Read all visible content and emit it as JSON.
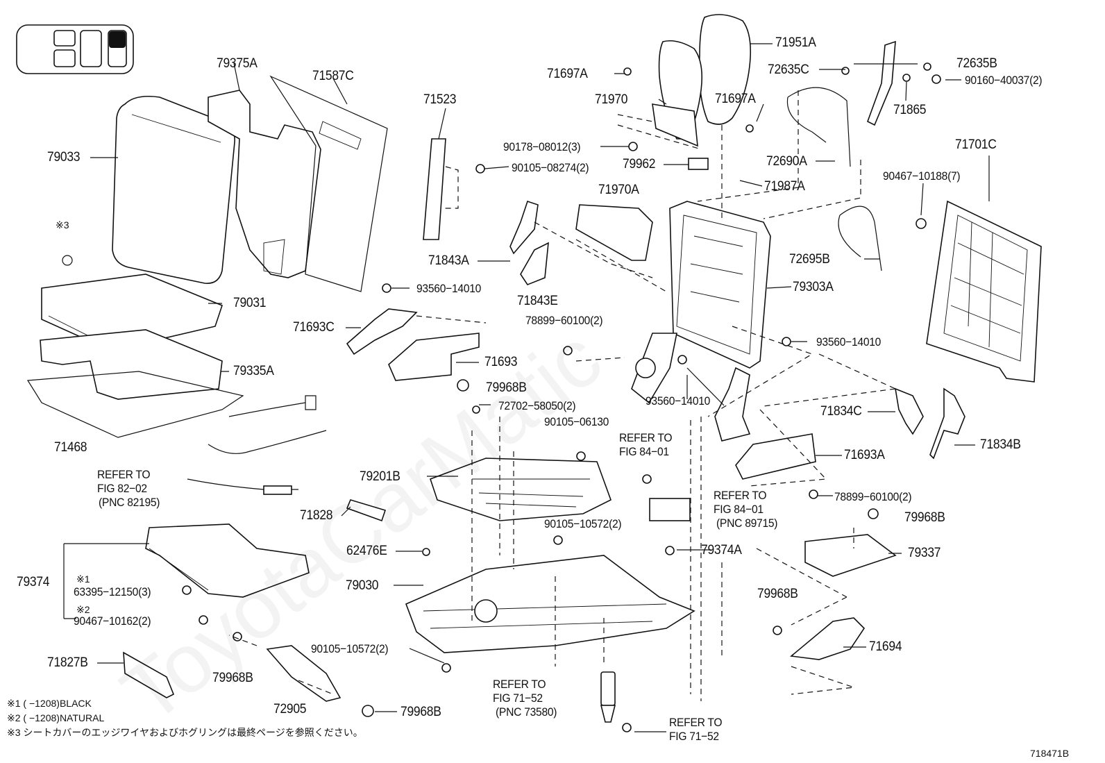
{
  "watermark": "ToyotaCarMatic",
  "diagram_id": "718471B",
  "labels": {
    "p79375A": "79375A",
    "p71587C": "71587C",
    "p79033": "79033",
    "p71523": "71523",
    "p71697A_top": "71697A",
    "p71951A": "71951A",
    "p72635B": "72635B",
    "p72635C": "72635C",
    "p90160": "90160−40037(2)",
    "p71970": "71970",
    "p71697A_mid": "71697A",
    "p71865": "71865",
    "p90178": "90178−08012(3)",
    "p90105_08274": "90105−08274(2)",
    "p79962": "79962",
    "p72690A": "72690A",
    "p71701C": "71701C",
    "p90467_10188": "90467−10188(7)",
    "p71987A": "71987A",
    "p71970A": "71970A",
    "p72695B": "72695B",
    "pnote3": "※3",
    "p71843A": "71843A",
    "p79303A": "79303A",
    "p93560_a": "93560−14010",
    "p79031": "79031",
    "p71843E": "71843E",
    "p78899_a": "78899−60100(2)",
    "p71693C": "71693C",
    "p93560_b": "93560−14010",
    "p71693": "71693",
    "p79335A": "79335A",
    "p79968B_a": "79968B",
    "p93560_c": "93560−14010",
    "p72702": "72702−58050(2)",
    "p71834C": "71834C",
    "p71468": "71468",
    "p90105_06130": "90105−06130",
    "p71834B": "71834B",
    "p71693A": "71693A",
    "p78899_b": "78899−60100(2)",
    "p79201B": "79201B",
    "p71828": "71828",
    "p90105_10572_a": "90105−10572(2)",
    "p79968B_b": "79968B",
    "p62476E": "62476E",
    "p79374A": "79374A",
    "p79337": "79337",
    "p79030": "79030",
    "p79374": "79374",
    "pnote1": "※1",
    "p63395": "63395−12150(3)",
    "pnote2": "※2",
    "p90467_10162": "90467−10162(2)",
    "p79968B_c": "79968B",
    "p71694": "71694",
    "p90105_10572_b": "90105−10572(2)",
    "p71827B": "71827B",
    "p79968B_d": "79968B",
    "p72905": "72905",
    "p79968B_e": "79968B"
  },
  "refs": {
    "r1_a": "REFER TO",
    "r1_b": "FIG 82−02",
    "r1_c": "(PNC 82195)",
    "r2_a": "REFER TO",
    "r2_b": "FIG 84−01",
    "r3_a": "REFER TO",
    "r3_b": "FIG 84−01",
    "r3_c": "(PNC 89715)",
    "r4_a": "REFER TO",
    "r4_b": "FIG 71−52",
    "r4_c": "(PNC 73580)",
    "r5_a": "REFER TO",
    "r5_b": "FIG 71−52"
  },
  "footnotes": {
    "n1": "※1 (      −1208)BLACK",
    "n2": "※2 (      −1208)NATURAL",
    "n3": "※3 シートカバーのエッジワイヤおよびホグリングは最終ページを参照ください。"
  }
}
